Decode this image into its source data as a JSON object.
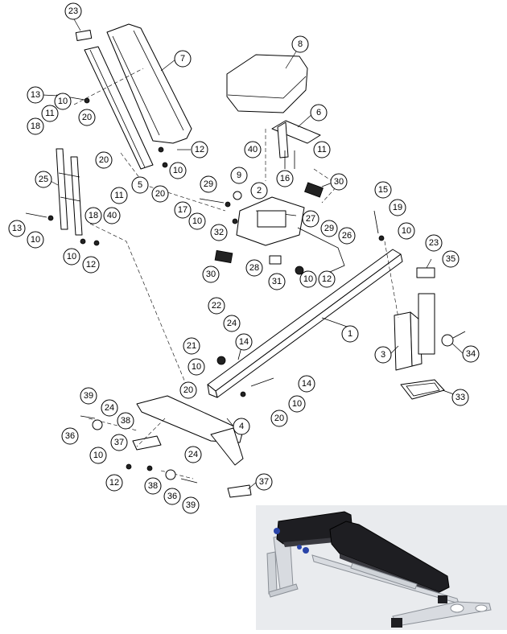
{
  "callouts": [
    {
      "id": "c23a",
      "label": "23"
    },
    {
      "id": "c7",
      "label": "7"
    },
    {
      "id": "c8",
      "label": "8"
    },
    {
      "id": "c13a",
      "label": "13"
    },
    {
      "id": "c10a",
      "label": "10"
    },
    {
      "id": "c11a",
      "label": "11"
    },
    {
      "id": "c20a",
      "label": "20"
    },
    {
      "id": "c18a",
      "label": "18"
    },
    {
      "id": "c6",
      "label": "6"
    },
    {
      "id": "c12a",
      "label": "12"
    },
    {
      "id": "c40a",
      "label": "40"
    },
    {
      "id": "c11b",
      "label": "11"
    },
    {
      "id": "c20b",
      "label": "20"
    },
    {
      "id": "c10b",
      "label": "10"
    },
    {
      "id": "c16",
      "label": "16"
    },
    {
      "id": "c25",
      "label": "25"
    },
    {
      "id": "c5",
      "label": "5"
    },
    {
      "id": "c20c",
      "label": "20"
    },
    {
      "id": "c11c",
      "label": "11"
    },
    {
      "id": "c9",
      "label": "9"
    },
    {
      "id": "c29a",
      "label": "29"
    },
    {
      "id": "c30a",
      "label": "30"
    },
    {
      "id": "c2",
      "label": "2"
    },
    {
      "id": "c15",
      "label": "15"
    },
    {
      "id": "c17",
      "label": "17"
    },
    {
      "id": "c10c",
      "label": "10"
    },
    {
      "id": "c18b",
      "label": "18"
    },
    {
      "id": "c40b",
      "label": "40"
    },
    {
      "id": "c19",
      "label": "19"
    },
    {
      "id": "c13b",
      "label": "13"
    },
    {
      "id": "c27",
      "label": "27"
    },
    {
      "id": "c29b",
      "label": "29"
    },
    {
      "id": "c10d",
      "label": "10"
    },
    {
      "id": "c32",
      "label": "32"
    },
    {
      "id": "c26",
      "label": "26"
    },
    {
      "id": "c23b",
      "label": "23"
    },
    {
      "id": "c10e",
      "label": "10"
    },
    {
      "id": "c10f",
      "label": "10"
    },
    {
      "id": "c12b",
      "label": "12"
    },
    {
      "id": "c30b",
      "label": "30"
    },
    {
      "id": "c28",
      "label": "28"
    },
    {
      "id": "c31",
      "label": "31"
    },
    {
      "id": "c10g",
      "label": "10"
    },
    {
      "id": "c12c",
      "label": "12"
    },
    {
      "id": "c35",
      "label": "35"
    },
    {
      "id": "c22",
      "label": "22"
    },
    {
      "id": "c24a",
      "label": "24"
    },
    {
      "id": "c1",
      "label": "1"
    },
    {
      "id": "c14a",
      "label": "14"
    },
    {
      "id": "c21",
      "label": "21"
    },
    {
      "id": "c34",
      "label": "34"
    },
    {
      "id": "c3",
      "label": "3"
    },
    {
      "id": "c10h",
      "label": "10"
    },
    {
      "id": "c14b",
      "label": "14"
    },
    {
      "id": "c20d",
      "label": "20"
    },
    {
      "id": "c10i",
      "label": "10"
    },
    {
      "id": "c33",
      "label": "33"
    },
    {
      "id": "c39a",
      "label": "39"
    },
    {
      "id": "c24b",
      "label": "24"
    },
    {
      "id": "c38a",
      "label": "38"
    },
    {
      "id": "c20e",
      "label": "20"
    },
    {
      "id": "c36a",
      "label": "36"
    },
    {
      "id": "c4",
      "label": "4"
    },
    {
      "id": "c37a",
      "label": "37"
    },
    {
      "id": "c10j",
      "label": "10"
    },
    {
      "id": "c24c",
      "label": "24"
    },
    {
      "id": "c12d",
      "label": "12"
    },
    {
      "id": "c38b",
      "label": "38"
    },
    {
      "id": "c36b",
      "label": "36"
    },
    {
      "id": "c37b",
      "label": "37"
    },
    {
      "id": "c39b",
      "label": "39"
    }
  ],
  "colors": {
    "line": "#000000",
    "pad": "#1e1e22",
    "frame": "#dcdfe4",
    "inset_bg": "#e9ebee",
    "accent_blue": "#2a44a8"
  },
  "inset": {
    "description_icon": "assembled-bench-render"
  }
}
